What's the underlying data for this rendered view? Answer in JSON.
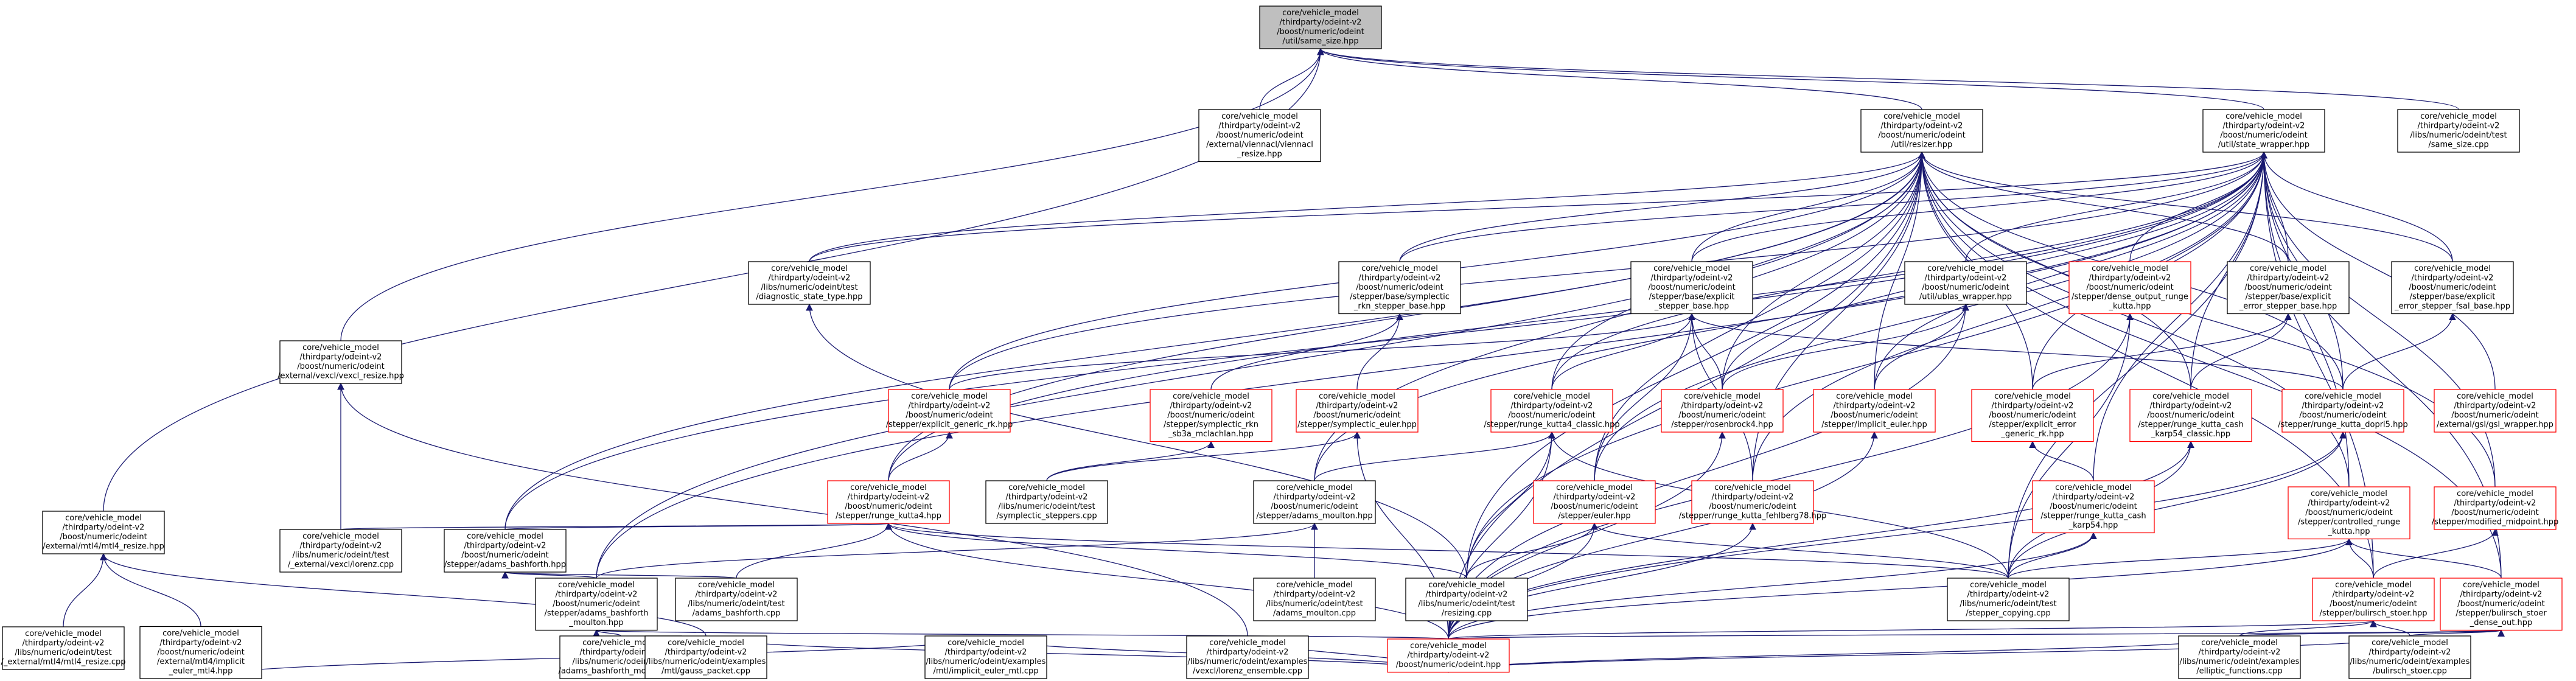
{
  "colors": {
    "root_fill": "#bfbfbf",
    "root_stroke": "#000000",
    "normal_stroke": "#000000",
    "truncated_stroke": "#ff0000",
    "node_fill": "#ffffff",
    "edge": "#191970"
  },
  "nodes": [
    {
      "id": "n0",
      "lines": [
        "core/vehicle_model",
        "/thirdparty/odeint-v2",
        "/boost/numeric/odeint",
        "/util/same_size.hpp"
      ],
      "kind": "root"
    },
    {
      "id": "n1",
      "lines": [
        "core/vehicle_model",
        "/thirdparty/odeint-v2",
        "/boost/numeric/odeint",
        "/external/viennacl/viennacl",
        "_resize.hpp"
      ],
      "kind": "normal"
    },
    {
      "id": "n2",
      "lines": [
        "core/vehicle_model",
        "/thirdparty/odeint-v2",
        "/boost/numeric/odeint",
        "/util/resizer.hpp"
      ],
      "kind": "normal"
    },
    {
      "id": "n3",
      "lines": [
        "core/vehicle_model",
        "/thirdparty/odeint-v2",
        "/boost/numeric/odeint",
        "/util/state_wrapper.hpp"
      ],
      "kind": "normal"
    },
    {
      "id": "n4",
      "lines": [
        "core/vehicle_model",
        "/thirdparty/odeint-v2",
        "/libs/numeric/odeint/test",
        "/same_size.cpp"
      ],
      "kind": "normal"
    },
    {
      "id": "n5",
      "lines": [
        "core/vehicle_model",
        "/thirdparty/odeint-v2",
        "/boost/numeric/odeint",
        "/external/vexcl/vexcl_resize.hpp"
      ],
      "kind": "normal"
    },
    {
      "id": "n6",
      "lines": [
        "core/vehicle_model",
        "/thirdparty/odeint-v2",
        "/boost/numeric/odeint",
        "/external/mtl4/mtl4_resize.hpp"
      ],
      "kind": "normal"
    },
    {
      "id": "n7",
      "lines": [
        "core/vehicle_model",
        "/thirdparty/odeint-v2",
        "/libs/numeric/odeint/test",
        "/diagnostic_state_type.hpp"
      ],
      "kind": "normal"
    },
    {
      "id": "n8",
      "lines": [
        "core/vehicle_model",
        "/thirdparty/odeint-v2",
        "/boost/numeric/odeint",
        "/stepper/base/symplectic",
        "_rkn_stepper_base.hpp"
      ],
      "kind": "normal"
    },
    {
      "id": "n9",
      "lines": [
        "core/vehicle_model",
        "/thirdparty/odeint-v2",
        "/boost/numeric/odeint",
        "/stepper/base/explicit",
        "_stepper_base.hpp"
      ],
      "kind": "normal"
    },
    {
      "id": "n10",
      "lines": [
        "core/vehicle_model",
        "/thirdparty/odeint-v2",
        "/boost/numeric/odeint",
        "/util/ublas_wrapper.hpp"
      ],
      "kind": "normal"
    },
    {
      "id": "n11",
      "lines": [
        "core/vehicle_model",
        "/thirdparty/odeint-v2",
        "/boost/numeric/odeint",
        "/stepper/dense_output_runge",
        "_kutta.hpp"
      ],
      "kind": "truncated"
    },
    {
      "id": "n12",
      "lines": [
        "core/vehicle_model",
        "/thirdparty/odeint-v2",
        "/boost/numeric/odeint",
        "/stepper/base/explicit",
        "_error_stepper_base.hpp"
      ],
      "kind": "normal"
    },
    {
      "id": "n13",
      "lines": [
        "core/vehicle_model",
        "/thirdparty/odeint-v2",
        "/boost/numeric/odeint",
        "/stepper/base/explicit",
        "_error_stepper_fsal_base.hpp"
      ],
      "kind": "normal"
    },
    {
      "id": "n14",
      "lines": [
        "core/vehicle_model",
        "/thirdparty/odeint-v2",
        "/boost/numeric/odeint",
        "/external/gsl/gsl_wrapper.hpp"
      ],
      "kind": "truncated"
    },
    {
      "id": "n15",
      "lines": [
        "core/vehicle_model",
        "/thirdparty/odeint-v2",
        "/boost/numeric/odeint",
        "/stepper/explicit_generic_rk.hpp"
      ],
      "kind": "truncated"
    },
    {
      "id": "n16",
      "lines": [
        "core/vehicle_model",
        "/thirdparty/odeint-v2",
        "/boost/numeric/odeint",
        "/stepper/symplectic_rkn",
        "_sb3a_mclachlan.hpp"
      ],
      "kind": "truncated"
    },
    {
      "id": "n17",
      "lines": [
        "core/vehicle_model",
        "/thirdparty/odeint-v2",
        "/boost/numeric/odeint",
        "/stepper/symplectic_euler.hpp"
      ],
      "kind": "truncated"
    },
    {
      "id": "n18",
      "lines": [
        "core/vehicle_model",
        "/thirdparty/odeint-v2",
        "/boost/numeric/odeint",
        "/stepper/runge_kutta4_classic.hpp"
      ],
      "kind": "truncated"
    },
    {
      "id": "n19",
      "lines": [
        "core/vehicle_model",
        "/thirdparty/odeint-v2",
        "/boost/numeric/odeint",
        "/stepper/rosenbrock4.hpp"
      ],
      "kind": "truncated"
    },
    {
      "id": "n20",
      "lines": [
        "core/vehicle_model",
        "/thirdparty/odeint-v2",
        "/boost/numeric/odeint",
        "/stepper/implicit_euler.hpp"
      ],
      "kind": "truncated"
    },
    {
      "id": "n21",
      "lines": [
        "core/vehicle_model",
        "/thirdparty/odeint-v2",
        "/boost/numeric/odeint",
        "/stepper/explicit_error",
        "_generic_rk.hpp"
      ],
      "kind": "truncated"
    },
    {
      "id": "n22",
      "lines": [
        "core/vehicle_model",
        "/thirdparty/odeint-v2",
        "/boost/numeric/odeint",
        "/stepper/runge_kutta_cash",
        "_karp54_classic.hpp"
      ],
      "kind": "truncated"
    },
    {
      "id": "n23",
      "lines": [
        "core/vehicle_model",
        "/thirdparty/odeint-v2",
        "/boost/numeric/odeint",
        "/stepper/runge_kutta_dopri5.hpp"
      ],
      "kind": "truncated"
    },
    {
      "id": "n24",
      "lines": [
        "core/vehicle_model",
        "/thirdparty/odeint-v2",
        "/boost/numeric/odeint",
        "/stepper/controlled_runge",
        "_kutta.hpp"
      ],
      "kind": "truncated"
    },
    {
      "id": "n25",
      "lines": [
        "core/vehicle_model",
        "/thirdparty/odeint-v2",
        "/boost/numeric/odeint",
        "/stepper/modified_midpoint.hpp"
      ],
      "kind": "truncated"
    },
    {
      "id": "n26",
      "lines": [
        "core/vehicle_model",
        "/thirdparty/odeint-v2",
        "/libs/numeric/odeint/test",
        "/symplectic_steppers.cpp"
      ],
      "kind": "normal"
    },
    {
      "id": "n27",
      "lines": [
        "core/vehicle_model",
        "/thirdparty/odeint-v2",
        "/boost/numeric/odeint",
        "/stepper/adams_moulton.hpp"
      ],
      "kind": "normal"
    },
    {
      "id": "n28",
      "lines": [
        "core/vehicle_model",
        "/thirdparty/odeint-v2",
        "/boost/numeric/odeint",
        "/stepper/runge_kutta4.hpp"
      ],
      "kind": "truncated"
    },
    {
      "id": "n29",
      "lines": [
        "core/vehicle_model",
        "/thirdparty/odeint-v2",
        "/boost/numeric/odeint",
        "/stepper/euler.hpp"
      ],
      "kind": "truncated"
    },
    {
      "id": "n30",
      "lines": [
        "core/vehicle_model",
        "/thirdparty/odeint-v2",
        "/boost/numeric/odeint",
        "/stepper/runge_kutta_fehlberg78.hpp"
      ],
      "kind": "truncated"
    },
    {
      "id": "n31",
      "lines": [
        "core/vehicle_model",
        "/thirdparty/odeint-v2",
        "/boost/numeric/odeint",
        "/stepper/runge_kutta_cash",
        "_karp54.hpp"
      ],
      "kind": "truncated"
    },
    {
      "id": "n32",
      "lines": [
        "core/vehicle_model",
        "/thirdparty/odeint-v2",
        "/boost/numeric/odeint",
        "/stepper/bulirsch_stoer.hpp"
      ],
      "kind": "truncated"
    },
    {
      "id": "n33",
      "lines": [
        "core/vehicle_model",
        "/thirdparty/odeint-v2",
        "/boost/numeric/odeint",
        "/stepper/bulirsch_stoer",
        "_dense_out.hpp"
      ],
      "kind": "truncated"
    },
    {
      "id": "n34",
      "lines": [
        "core/vehicle_model",
        "/thirdparty/odeint-v2",
        "/libs/numeric/odeint/test",
        "/_external/vexcl/lorenz.cpp"
      ],
      "kind": "normal"
    },
    {
      "id": "n35",
      "lines": [
        "core/vehicle_model",
        "/thirdparty/odeint-v2",
        "/boost/numeric/odeint",
        "/stepper/adams_bashforth.hpp"
      ],
      "kind": "normal"
    },
    {
      "id": "n36",
      "lines": [
        "core/vehicle_model",
        "/thirdparty/odeint-v2",
        "/libs/numeric/odeint/test",
        "/resizing.cpp"
      ],
      "kind": "normal"
    },
    {
      "id": "n37",
      "lines": [
        "core/vehicle_model",
        "/thirdparty/odeint-v2",
        "/libs/numeric/odeint/test",
        "/adams_moulton.cpp"
      ],
      "kind": "normal"
    },
    {
      "id": "n38",
      "lines": [
        "core/vehicle_model",
        "/thirdparty/odeint-v2",
        "/libs/numeric/odeint/test",
        "/stepper_copying.cpp"
      ],
      "kind": "normal"
    },
    {
      "id": "n39",
      "lines": [
        "core/vehicle_model",
        "/thirdparty/odeint-v2",
        "/boost/numeric/odeint",
        "/stepper/adams_bashforth",
        "_moulton.hpp"
      ],
      "kind": "normal"
    },
    {
      "id": "n40",
      "lines": [
        "core/vehicle_model",
        "/thirdparty/odeint-v2",
        "/libs/numeric/odeint/test",
        "/adams_bashforth.cpp"
      ],
      "kind": "normal"
    },
    {
      "id": "n41",
      "lines": [
        "core/vehicle_model",
        "/thirdparty/odeint-v2",
        "/libs/numeric/odeint/test",
        "/_external/mtl4/mtl4_resize.cpp"
      ],
      "kind": "normal"
    },
    {
      "id": "n42",
      "lines": [
        "core/vehicle_model",
        "/thirdparty/odeint-v2",
        "/boost/numeric/odeint",
        "/external/mtl4/implicit",
        "_euler_mtl4.hpp"
      ],
      "kind": "normal"
    },
    {
      "id": "n43",
      "lines": [
        "core/vehicle_model",
        "/thirdparty/odeint-v2",
        "/libs/numeric/odeint/test",
        "/adams_bashforth_moulton.cpp"
      ],
      "kind": "normal"
    },
    {
      "id": "n44",
      "lines": [
        "core/vehicle_model",
        "/thirdparty/odeint-v2",
        "/boost/numeric/odeint.hpp"
      ],
      "kind": "truncated"
    },
    {
      "id": "n45",
      "lines": [
        "core/vehicle_model",
        "/thirdparty/odeint-v2",
        "/libs/numeric/odeint/examples",
        "/mtl/gauss_packet.cpp"
      ],
      "kind": "normal"
    },
    {
      "id": "n46",
      "lines": [
        "core/vehicle_model",
        "/thirdparty/odeint-v2",
        "/libs/numeric/odeint/examples",
        "/mtl/implicit_euler_mtl.cpp"
      ],
      "kind": "normal"
    },
    {
      "id": "n47",
      "lines": [
        "core/vehicle_model",
        "/thirdparty/odeint-v2",
        "/libs/numeric/odeint/examples",
        "/vexcl/lorenz_ensemble.cpp"
      ],
      "kind": "normal"
    },
    {
      "id": "n48",
      "lines": [
        "core/vehicle_model",
        "/thirdparty/odeint-v2",
        "/libs/numeric/odeint/examples",
        "/elliptic_functions.cpp"
      ],
      "kind": "normal"
    },
    {
      "id": "n49",
      "lines": [
        "core/vehicle_model",
        "/thirdparty/odeint-v2",
        "/libs/numeric/odeint/examples",
        "/bulirsch_stoer.cpp"
      ],
      "kind": "normal"
    }
  ],
  "edges": [
    [
      "n0",
      "n1"
    ],
    [
      "n0",
      "n2"
    ],
    [
      "n0",
      "n3"
    ],
    [
      "n0",
      "n4"
    ],
    [
      "n0",
      "n5"
    ],
    [
      "n0",
      "n6"
    ],
    [
      "n2",
      "n7"
    ],
    [
      "n2",
      "n8"
    ],
    [
      "n2",
      "n9"
    ],
    [
      "n2",
      "n12"
    ],
    [
      "n2",
      "n13"
    ],
    [
      "n2",
      "n15"
    ],
    [
      "n2",
      "n18"
    ],
    [
      "n2",
      "n19"
    ],
    [
      "n2",
      "n20"
    ],
    [
      "n2",
      "n21"
    ],
    [
      "n2",
      "n22"
    ],
    [
      "n2",
      "n23"
    ],
    [
      "n2",
      "n24"
    ],
    [
      "n2",
      "n25"
    ],
    [
      "n2",
      "n27"
    ],
    [
      "n2",
      "n28"
    ],
    [
      "n2",
      "n29"
    ],
    [
      "n2",
      "n30"
    ],
    [
      "n2",
      "n32"
    ],
    [
      "n2",
      "n33"
    ],
    [
      "n2",
      "n35"
    ],
    [
      "n2",
      "n36"
    ],
    [
      "n2",
      "n39"
    ],
    [
      "n2",
      "n44"
    ],
    [
      "n3",
      "n7"
    ],
    [
      "n3",
      "n8"
    ],
    [
      "n3",
      "n9"
    ],
    [
      "n3",
      "n10"
    ],
    [
      "n3",
      "n11"
    ],
    [
      "n3",
      "n12"
    ],
    [
      "n3",
      "n13"
    ],
    [
      "n3",
      "n14"
    ],
    [
      "n3",
      "n15"
    ],
    [
      "n3",
      "n18"
    ],
    [
      "n3",
      "n19"
    ],
    [
      "n3",
      "n20"
    ],
    [
      "n3",
      "n21"
    ],
    [
      "n3",
      "n22"
    ],
    [
      "n3",
      "n23"
    ],
    [
      "n3",
      "n24"
    ],
    [
      "n3",
      "n25"
    ],
    [
      "n3",
      "n27"
    ],
    [
      "n3",
      "n28"
    ],
    [
      "n3",
      "n29"
    ],
    [
      "n3",
      "n30"
    ],
    [
      "n3",
      "n31"
    ],
    [
      "n3",
      "n32"
    ],
    [
      "n3",
      "n33"
    ],
    [
      "n3",
      "n35"
    ],
    [
      "n3",
      "n36"
    ],
    [
      "n3",
      "n38"
    ],
    [
      "n3",
      "n39"
    ],
    [
      "n5",
      "n34"
    ],
    [
      "n5",
      "n47"
    ],
    [
      "n6",
      "n41"
    ],
    [
      "n6",
      "n42"
    ],
    [
      "n6",
      "n45"
    ],
    [
      "n7",
      "n36"
    ],
    [
      "n8",
      "n16"
    ],
    [
      "n8",
      "n17"
    ],
    [
      "n9",
      "n15"
    ],
    [
      "n9",
      "n18"
    ],
    [
      "n9",
      "n19"
    ],
    [
      "n9",
      "n23"
    ],
    [
      "n9",
      "n29"
    ],
    [
      "n9",
      "n30"
    ],
    [
      "n10",
      "n19"
    ],
    [
      "n10",
      "n20"
    ],
    [
      "n10",
      "n44"
    ],
    [
      "n11",
      "n38"
    ],
    [
      "n11",
      "n44"
    ],
    [
      "n12",
      "n21"
    ],
    [
      "n12",
      "n22"
    ],
    [
      "n13",
      "n23"
    ],
    [
      "n15",
      "n28"
    ],
    [
      "n16",
      "n26"
    ],
    [
      "n17",
      "n26"
    ],
    [
      "n17",
      "n44"
    ],
    [
      "n18",
      "n27"
    ],
    [
      "n18",
      "n36"
    ],
    [
      "n18",
      "n38"
    ],
    [
      "n18",
      "n44"
    ],
    [
      "n19",
      "n44"
    ],
    [
      "n20",
      "n44"
    ],
    [
      "n21",
      "n31"
    ],
    [
      "n22",
      "n38"
    ],
    [
      "n22",
      "n44"
    ],
    [
      "n23",
      "n38"
    ],
    [
      "n23",
      "n44"
    ],
    [
      "n24",
      "n32"
    ],
    [
      "n24",
      "n33"
    ],
    [
      "n24",
      "n38"
    ],
    [
      "n24",
      "n44"
    ],
    [
      "n25",
      "n32"
    ],
    [
      "n27",
      "n37"
    ],
    [
      "n27",
      "n39"
    ],
    [
      "n28",
      "n34"
    ],
    [
      "n28",
      "n35"
    ],
    [
      "n28",
      "n36"
    ],
    [
      "n28",
      "n38"
    ],
    [
      "n28",
      "n40"
    ],
    [
      "n28",
      "n44"
    ],
    [
      "n29",
      "n36"
    ],
    [
      "n29",
      "n38"
    ],
    [
      "n29",
      "n44"
    ],
    [
      "n30",
      "n44"
    ],
    [
      "n31",
      "n38"
    ],
    [
      "n31",
      "n44"
    ],
    [
      "n32",
      "n44"
    ],
    [
      "n32",
      "n48"
    ],
    [
      "n32",
      "n49"
    ],
    [
      "n33",
      "n44"
    ],
    [
      "n33",
      "n48"
    ],
    [
      "n33",
      "n49"
    ],
    [
      "n35",
      "n39"
    ],
    [
      "n35",
      "n40"
    ],
    [
      "n39",
      "n43"
    ],
    [
      "n39",
      "n44"
    ],
    [
      "n42",
      "n46"
    ],
    [
      "n44",
      "n45"
    ],
    [
      "n44",
      "n46"
    ],
    [
      "n44",
      "n47"
    ],
    [
      "n44",
      "n48"
    ],
    [
      "n44",
      "n49"
    ]
  ]
}
